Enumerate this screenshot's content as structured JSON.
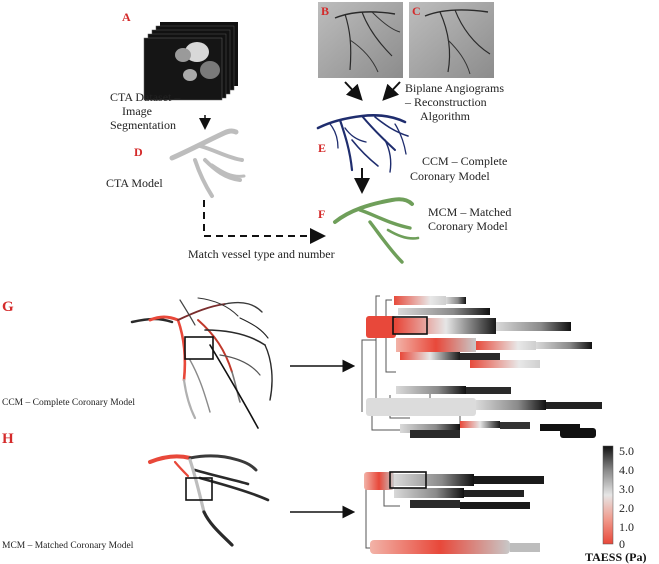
{
  "panels": {
    "A": {
      "label": "A",
      "caption": [
        "CTA Dataset –",
        "Image",
        "Segmentation"
      ]
    },
    "B": {
      "label": "B"
    },
    "C": {
      "label": "C"
    },
    "biplane_caption": [
      "Biplane Angiograms",
      "– Reconstruction",
      "Algorithm"
    ],
    "D": {
      "label": "D",
      "caption": "CTA Model"
    },
    "E": {
      "label": "E",
      "caption": [
        "CCM – Complete",
        "Coronary Model"
      ]
    },
    "F": {
      "label": "F",
      "caption": [
        "MCM – Matched",
        "Coronary Model"
      ]
    },
    "match_caption": "Match vessel type and number",
    "G": {
      "label": "G",
      "caption": "CCM – Complete Coronary Model"
    },
    "H": {
      "label": "H",
      "caption": "MCM – Matched Coronary Model"
    }
  },
  "colorbar": {
    "ticks": [
      "5.0",
      "4.0",
      "3.0",
      "2.0",
      "1.0",
      "0"
    ],
    "title": "TAESS (Pa)",
    "colors": {
      "high": "#111111",
      "mid": "#d9d9d9",
      "low": "#e8483a"
    }
  },
  "colors": {
    "label_red": "#d42a2a",
    "ccm_blue": "#1f2d6e",
    "mcm_green": "#6f9f5a",
    "cta_gray": "#bdbdbd"
  }
}
